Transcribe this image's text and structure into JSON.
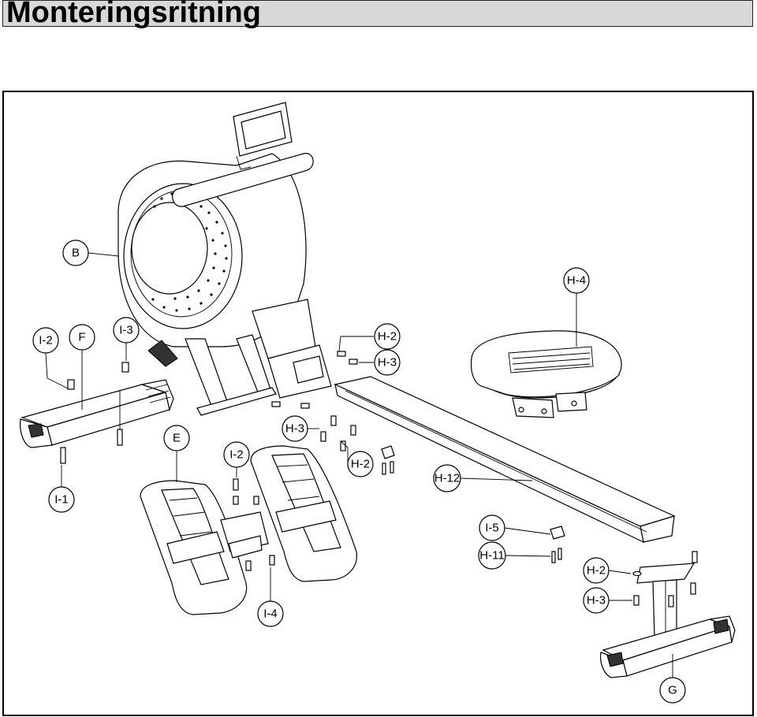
{
  "header": {
    "title": "Monteringsritning"
  },
  "labels": {
    "B": "B",
    "H4": "H-4",
    "I2_left": "I-2",
    "F": "F",
    "I3": "I-3",
    "H2_top": "H-2",
    "H3_top": "H-3",
    "E": "E",
    "H3_mid": "H-3",
    "I2_mid": "I-2",
    "H2_mid": "H-2",
    "H12": "H-12",
    "I1": "I-1",
    "I5": "I-5",
    "H11": "H-11",
    "H2_right": "H-2",
    "H3_right": "H-3",
    "I4": "I-4",
    "G": "G"
  }
}
